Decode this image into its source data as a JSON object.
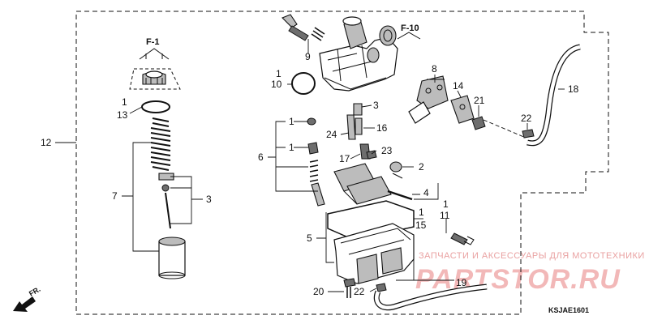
{
  "watermark": {
    "tagline": "ЗАПЧАСТИ И АКСЕССУАРЫ ДЛЯ МОТОТЕХНИКИ",
    "site": "PARTSTOR.RU"
  },
  "section_refs": {
    "f1": "F-1",
    "f10": "F-10"
  },
  "front_marker": "FR.",
  "diagram_code": "KSJAE1601",
  "callouts": {
    "c1_10": "1",
    "c10": "10",
    "c9": "9",
    "c1_13": "1",
    "c13": "13",
    "c12": "12",
    "c7": "7",
    "c3_left": "3",
    "c8": "8",
    "c14": "14",
    "c18": "18",
    "c21": "21",
    "c22_right": "22",
    "c3_top": "3",
    "c16": "16",
    "c24": "24",
    "c1_a": "1",
    "c1_b": "1",
    "c6": "6",
    "c17": "17",
    "c23": "23",
    "c2": "2",
    "c4": "4",
    "c1_11": "1",
    "c11": "11",
    "c1_15": "1",
    "c15": "15",
    "c5": "5",
    "c19": "19",
    "c20": "20",
    "c22_bottom": "22"
  }
}
